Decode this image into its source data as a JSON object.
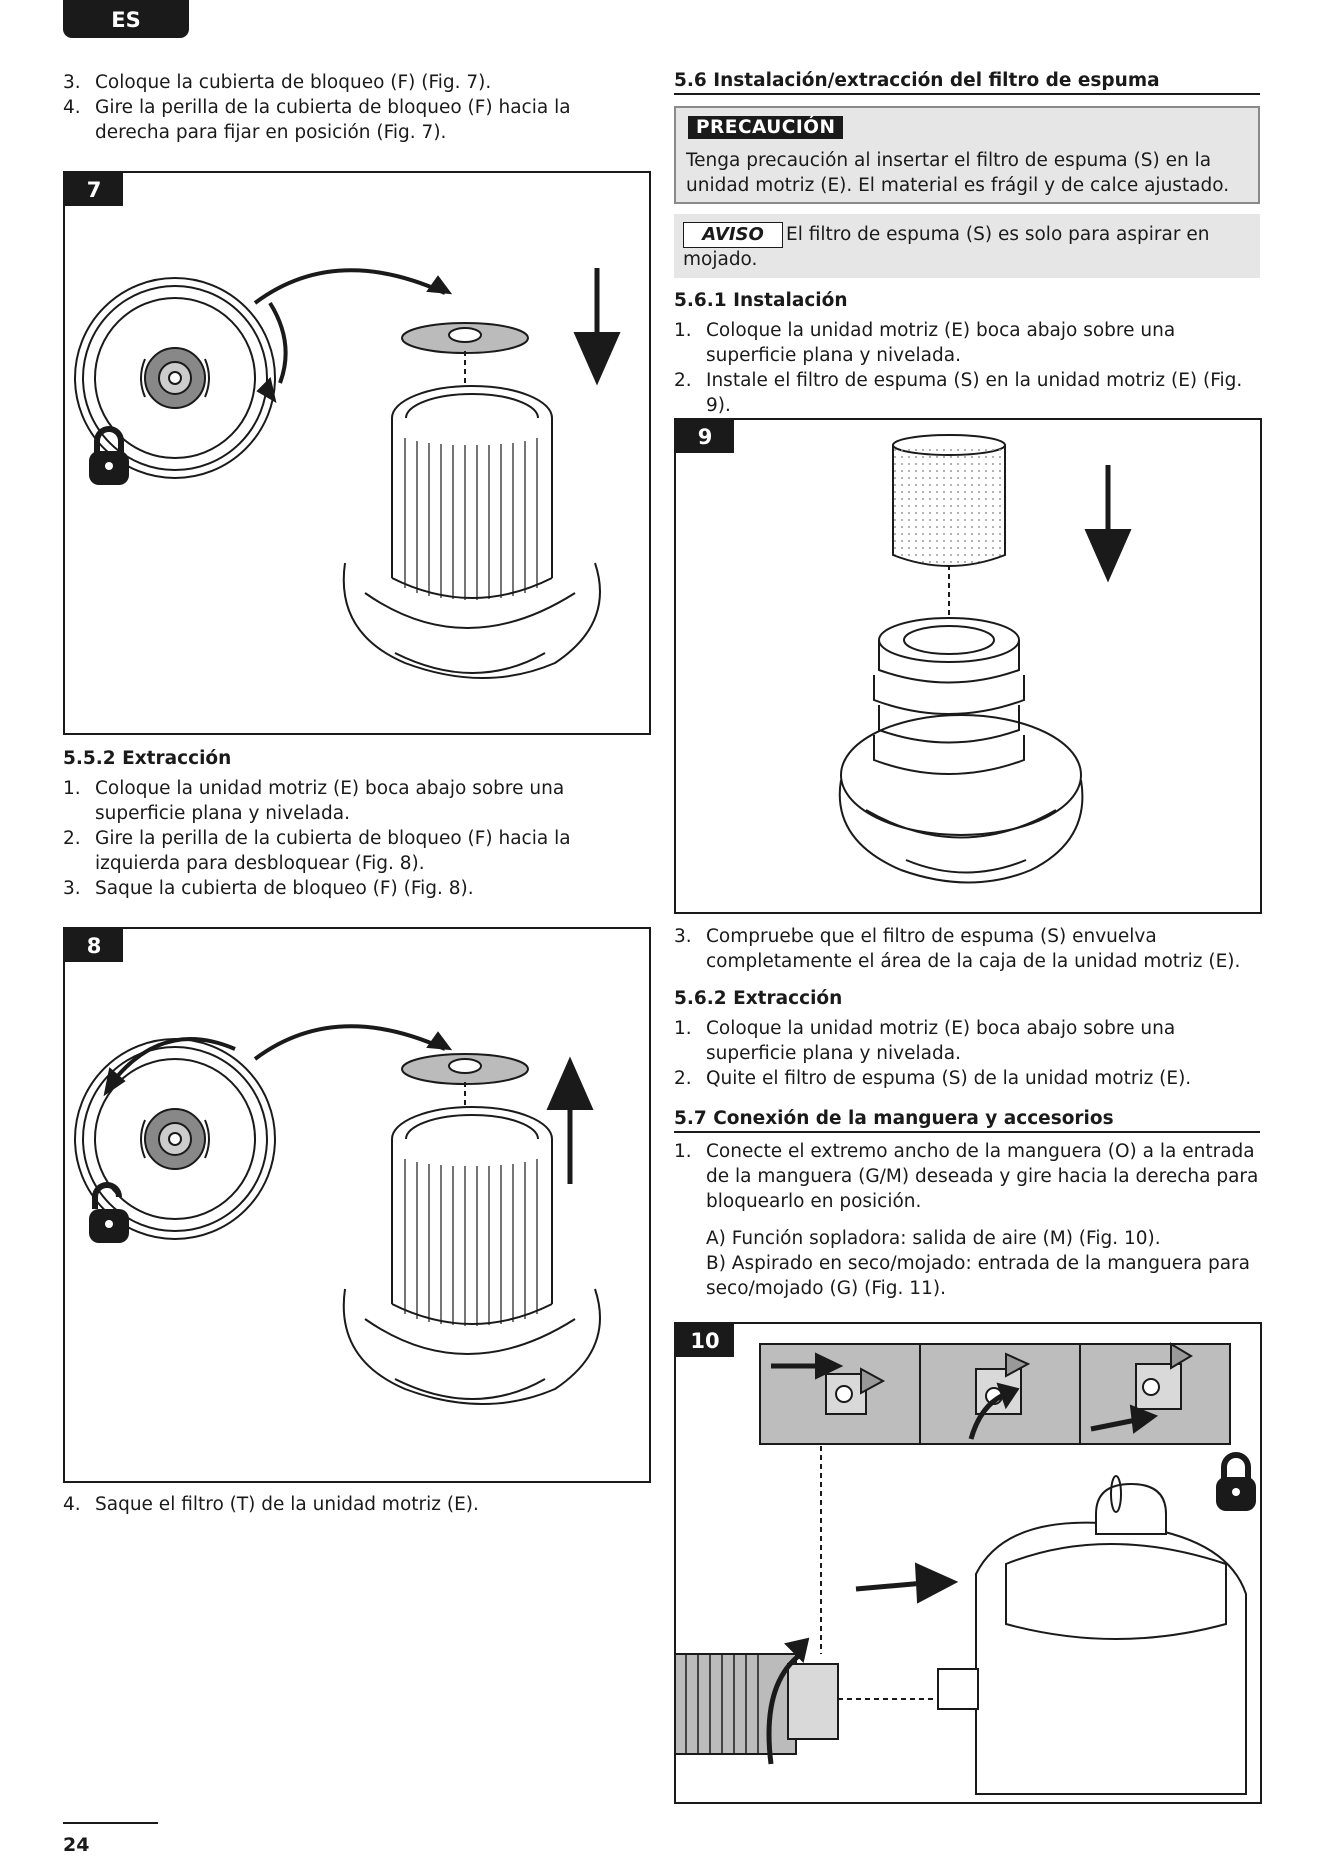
{
  "header": {
    "lang": "ES"
  },
  "left": {
    "steps_top": [
      {
        "num": "3.",
        "text": "Coloque la cubierta de bloqueo (F) (Fig. 7)."
      },
      {
        "num": "4.",
        "text": "Gire la perilla de la cubierta de bloqueo (F) hacia la derecha para fijar en posición (Fig. 7)."
      }
    ],
    "fig7": {
      "label": "7"
    },
    "extraction": {
      "heading": "5.5.2 Extracción",
      "steps": [
        {
          "num": "1.",
          "text": "Coloque la unidad motriz (E) boca abajo sobre una superficie plana y nivelada."
        },
        {
          "num": "2.",
          "text": "Gire la perilla de la cubierta de bloqueo (F) hacia la izquierda para desbloquear (Fig. 8)."
        },
        {
          "num": "3.",
          "text": "Saque la cubierta de bloqueo (F) (Fig. 8)."
        }
      ]
    },
    "fig8": {
      "label": "8"
    },
    "step4": {
      "num": "4.",
      "text": "Saque el filtro (T) de la unidad motriz (E)."
    }
  },
  "right": {
    "section56": {
      "heading": "5.6 Instalación/extracción del filtro de espuma"
    },
    "caution": {
      "label": "PRECAUCIÓN",
      "text": "Tenga precaución al insertar el filtro de espuma (S) en la unidad motriz (E). El material es frágil y de calce ajustado."
    },
    "notice": {
      "label": "AVISO",
      "text": "El filtro de espuma (S) es solo para aspirar en",
      "text2": "mojado."
    },
    "install": {
      "heading": "5.6.1 Instalación",
      "steps": [
        {
          "num": "1.",
          "text": "Coloque la unidad motriz (E) boca abajo sobre una superficie plana y nivelada."
        },
        {
          "num": "2.",
          "text": "Instale el filtro de espuma (S) en la unidad motriz (E) (Fig. 9)."
        }
      ]
    },
    "fig9": {
      "label": "9"
    },
    "install_step3": {
      "num": "3.",
      "text": "Compruebe que el filtro de espuma (S) envuelva completamente el área de la caja de la unidad motriz (E)."
    },
    "extract": {
      "heading": "5.6.2 Extracción",
      "steps": [
        {
          "num": "1.",
          "text": "Coloque la unidad motriz (E) boca abajo sobre una superficie plana y nivelada."
        },
        {
          "num": "2.",
          "text": "Quite el filtro de espuma (S) de la unidad motriz (E)."
        }
      ]
    },
    "section57": {
      "heading": "5.7 Conexión de la manguera y accesorios",
      "step1": {
        "num": "1.",
        "text": "Conecte el extremo ancho de la manguera (O) a la entrada de la manguera (G/M) deseada y gire hacia la derecha para bloquearlo en posición."
      },
      "sub_a": "A) Función sopladora: salida de aire (M) (Fig. 10).",
      "sub_b": "B) Aspirado en seco/mojado: entrada de la manguera para seco/mojado (G) (Fig. 11)."
    },
    "fig10": {
      "label": "10"
    }
  },
  "footer": {
    "page": "24"
  }
}
